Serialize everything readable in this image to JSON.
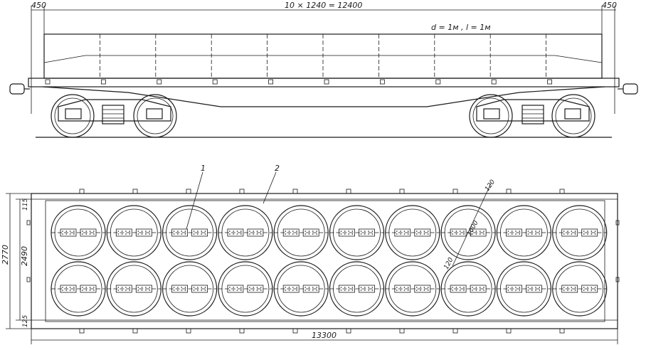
{
  "side_view": {
    "dim_left": "450",
    "dim_center": "10 × 1240 = 12400",
    "dim_right": "450",
    "note": "d = 1м ,  l = 1м"
  },
  "top_view": {
    "callout_1": "1",
    "callout_2": "2",
    "dim_120_top": "120",
    "dim_1000": "1000",
    "dim_120_bottom": "120",
    "dim_total_width": "2770",
    "dim_inner_width": "2490",
    "dim_margin_top": "115",
    "dim_margin_bottom": "125",
    "dim_total_length": "13300"
  },
  "coils": {
    "rows": 2,
    "per_row": 10
  },
  "colors": {
    "ink": "#1a1a1a",
    "paper": "#ffffff"
  }
}
